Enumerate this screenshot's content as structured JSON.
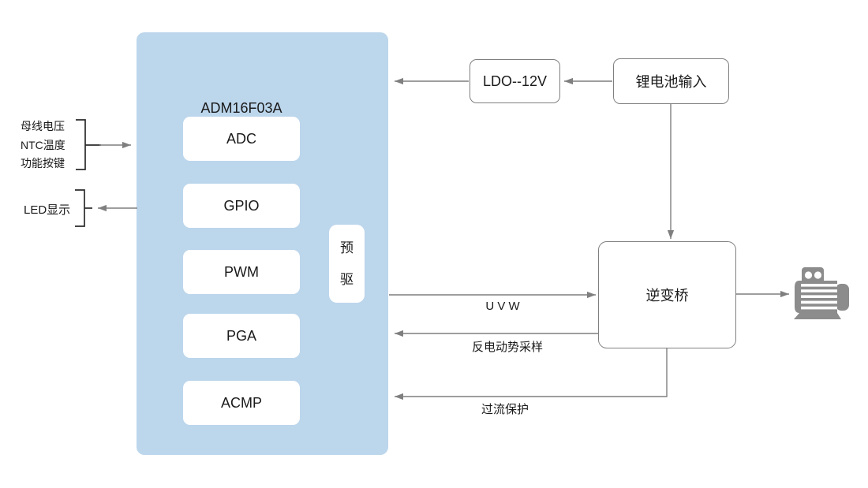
{
  "chip": {
    "title": "ADM16F03A",
    "blocks": [
      "ADC",
      "GPIO",
      "PWM",
      "PGA",
      "ACMP"
    ],
    "predriver_label": "预驱"
  },
  "io": {
    "input_lines": [
      "母线电压",
      "NTC温度",
      "功能按键"
    ],
    "led_label": "LED显示"
  },
  "power": {
    "ldo_label": "LDO--12V",
    "battery_label": "锂电池输入"
  },
  "inverter": {
    "label": "逆变桥"
  },
  "wire_labels": {
    "uvw": "U V W",
    "bemf": "反电动势采样",
    "overcurrent": "过流保护"
  },
  "icons": {
    "motor": "motor-icon"
  },
  "colors": {
    "chip_fill": "#BCD6EC",
    "inner_block_fill": "#FFFFFF",
    "box_border": "#808080",
    "wire": "#7F7F7F",
    "bracket": "#2B2B2B",
    "motor": "#8C8C8C",
    "text": "#1A1A1A",
    "background": "#FFFFFF"
  }
}
